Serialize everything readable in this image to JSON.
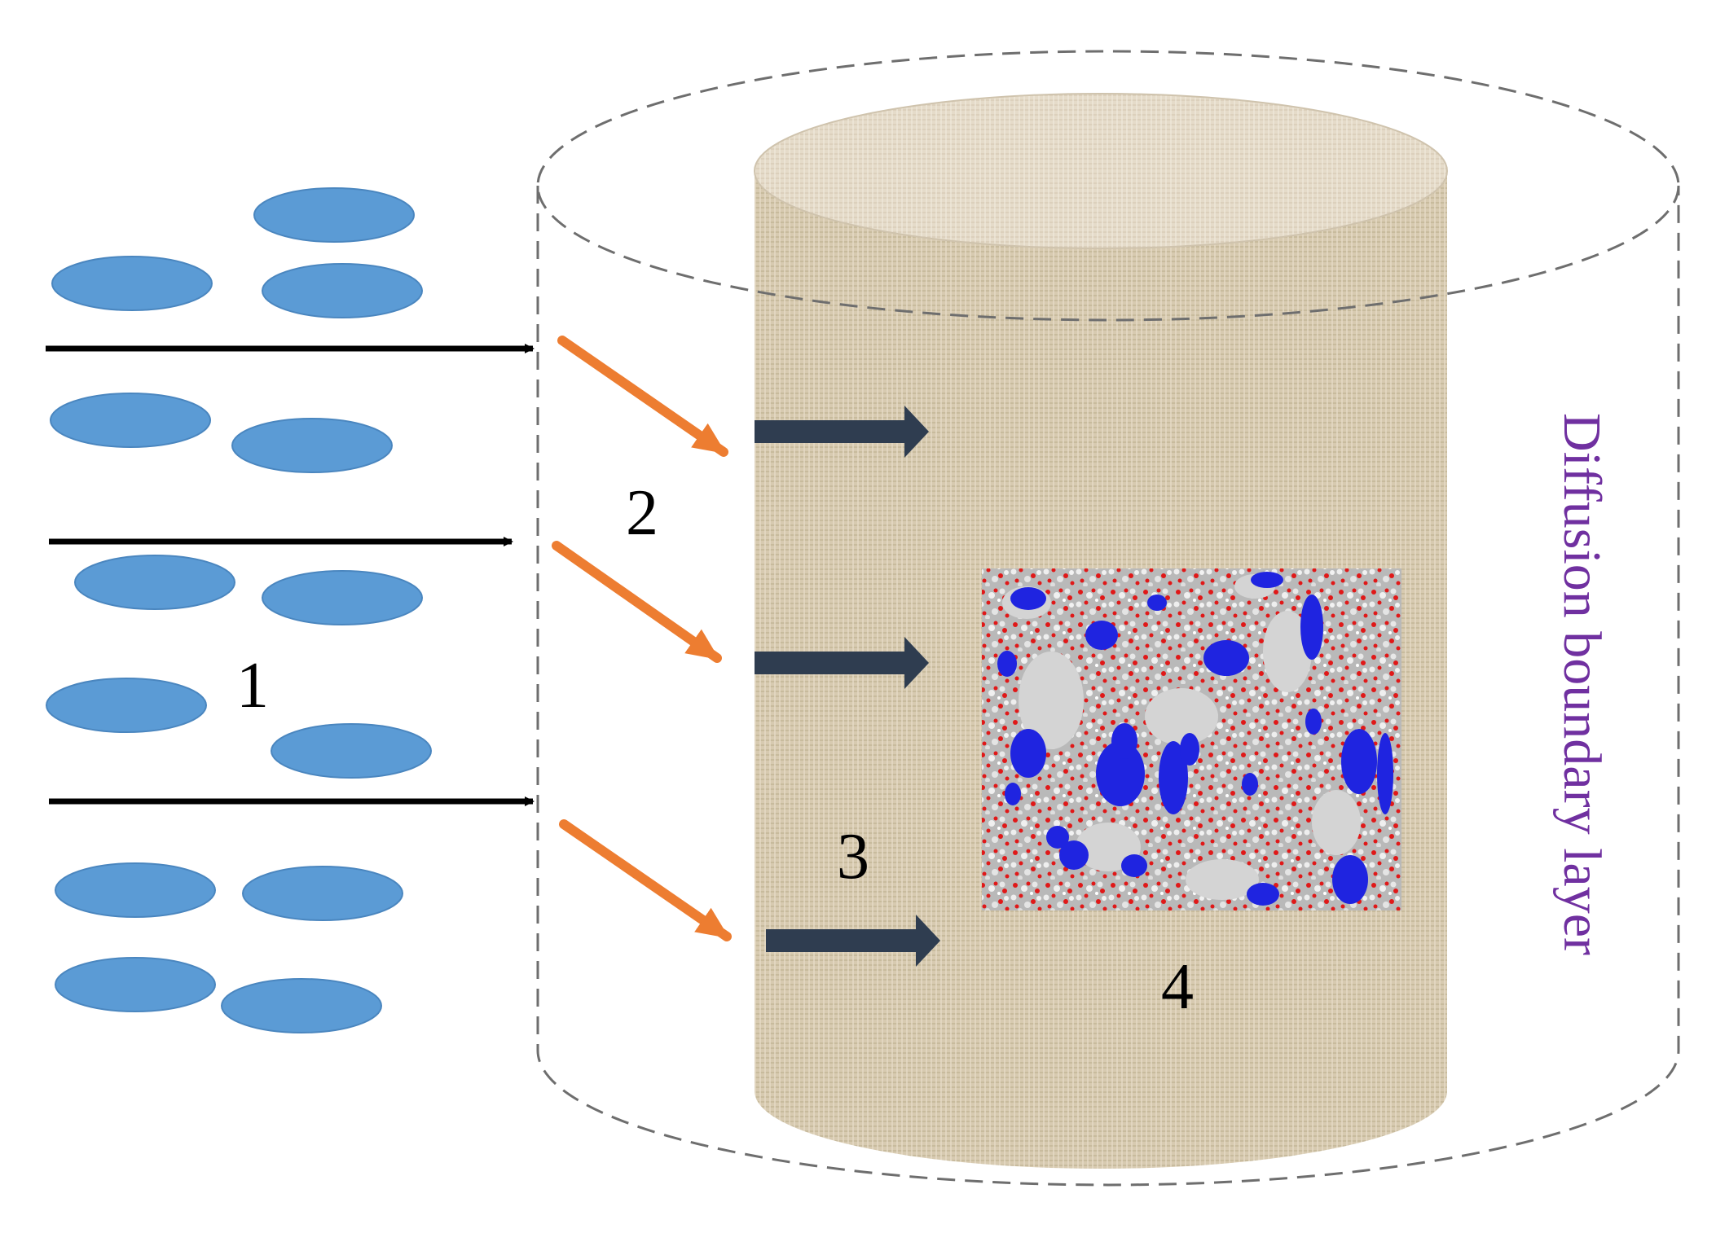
{
  "labels": {
    "bulk_solution": "1",
    "boundary_layer": "2",
    "particle_surface": "3",
    "particle_interior": "4",
    "boundary_layer_title": "Diffusion boundary layer"
  },
  "colors": {
    "molecule": "#5b9bd5",
    "molecule_stroke": "#4a86bf",
    "flow_arrow": "#000000",
    "adsorption_arrow": "#ed7d31",
    "diffusion_arrow": "#2f3d50",
    "boundary_dash": "#6e6e6e",
    "particle_body": "#d9ccb2",
    "particle_top": "#e6dccb",
    "title_color": "#7030a0",
    "pore_blue": "#1f24e0",
    "pore_gray": "#c8c8c8",
    "atom_red": "#e01818"
  },
  "icons": {
    "molecule": "ellipse-molecule-icon",
    "adsorbent": "fabric-cylinder-icon",
    "pore_structure": "pore-network-icon"
  }
}
